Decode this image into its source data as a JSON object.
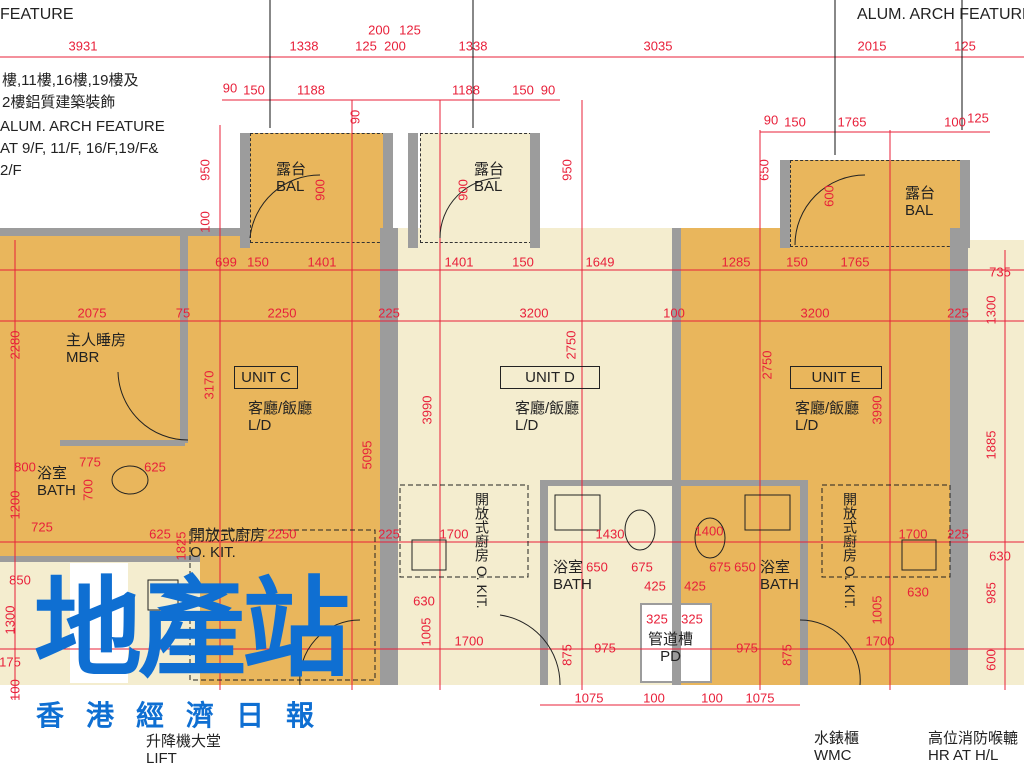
{
  "notes": {
    "top_left_feature": "FEATURE",
    "note_zh_1": "樓,11樓,16樓,19樓及",
    "note_zh_2": "2樓鋁質建築裝飾",
    "note_en_1": "ALUM. ARCH FEATURE",
    "note_en_2": "AT 9/F, 11/F, 16/F,19/F&",
    "note_en_3": "2/F",
    "top_right_feature": "ALUM. ARCH FEATURE"
  },
  "rooms": {
    "balcony_zh": "露台",
    "balcony_en": "BAL",
    "mbr_zh": "主人睡房",
    "mbr_en": "MBR",
    "ld_zh": "客廳/飯廳",
    "ld_en": "L/D",
    "bath_zh": "浴室",
    "bath_en": "BATH",
    "kit_zh": "開放式廚房",
    "kit_en": "O. KIT.",
    "pd_zh": "管道槽",
    "pd_en": "PD",
    "lift_zh": "升降機大堂",
    "lift_en": "LIFT",
    "wmc_zh": "水錶櫃",
    "wmc_en": "WMC",
    "hr_zh": "高位消防喉轆",
    "hr_en": "HR AT H/L"
  },
  "units": [
    "UNIT C",
    "UNIT D",
    "UNIT E"
  ],
  "dims": [
    "3931",
    "1338",
    "125",
    "200",
    "125",
    "200",
    "1338",
    "3035",
    "2015",
    "125",
    "90",
    "150",
    "1188",
    "90",
    "1188",
    "150",
    "90",
    "90",
    "150",
    "1765",
    "100",
    "125",
    "699",
    "150",
    "1401",
    "1401",
    "150",
    "1649",
    "1285",
    "150",
    "1765",
    "735",
    "2075",
    "75",
    "2250",
    "225",
    "3200",
    "100",
    "3200",
    "225",
    "2250",
    "225",
    "1700",
    "1700",
    "225",
    "1700",
    "1700",
    "1075",
    "100",
    "100",
    "1075",
    "950",
    "100",
    "2280",
    "3170",
    "5095",
    "3990",
    "2750",
    "2750",
    "3990",
    "1300",
    "1885",
    "900",
    "900",
    "950",
    "650",
    "600",
    "800",
    "775",
    "625",
    "1200",
    "700",
    "725",
    "625",
    "850",
    "1300",
    "175",
    "100",
    "1825",
    "650",
    "675",
    "425",
    "425",
    "675",
    "650",
    "325",
    "325",
    "875",
    "975",
    "975",
    "875",
    "630",
    "1005",
    "630",
    "1005",
    "985",
    "600",
    "1400",
    "1430",
    "630"
  ],
  "logo": {
    "main": "地產站",
    "sub": "香港經濟日報"
  },
  "colors": {
    "unit_orange": "#e9b65c",
    "unit_cream": "#f4edcf",
    "wall": "#9c9c9c",
    "dimension": "#e8203a",
    "logo": "#0f6fd2"
  }
}
